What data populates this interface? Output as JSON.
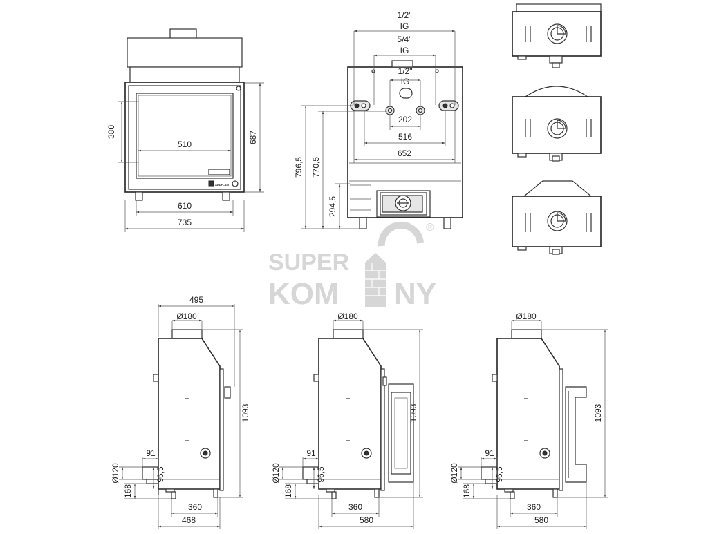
{
  "front_view": {
    "dim_380": "380",
    "dim_510": "510",
    "dim_687": "687",
    "dim_610": "610",
    "dim_735": "735",
    "logo_text": "ADDFLAM"
  },
  "rear_view": {
    "top1_a": "1/2\"",
    "top1_b": "IG",
    "top2_a": "5/4\"",
    "top2_b": "IG",
    "top3_a": "1/2\"",
    "top3_b": "IG",
    "dim_202": "202",
    "dim_516": "516",
    "dim_652": "652",
    "dim_796": "796,5",
    "dim_770": "770,5",
    "dim_294": "294,5"
  },
  "side_views": [
    {
      "dim_width": "495",
      "dim_flue": "Ø180",
      "dim_height": "1093",
      "dim_91": "91",
      "dim_120": "Ø120",
      "dim_96": "96,5",
      "dim_168": "168",
      "dim_360": "360",
      "dim_base": "468"
    },
    {
      "dim_flue": "Ø180",
      "dim_height": "1093",
      "dim_91": "91",
      "dim_120": "Ø120",
      "dim_96": "96,5",
      "dim_168": "168",
      "dim_360": "360",
      "dim_base": "580"
    },
    {
      "dim_flue": "Ø180",
      "dim_height": "1093",
      "dim_91": "91",
      "dim_120": "Ø120",
      "dim_96": "96,5",
      "dim_168": "168",
      "dim_360": "360",
      "dim_base": "580"
    }
  ],
  "watermark": {
    "line1": "SUPER",
    "line2a": "KOM",
    "line2b": "NY",
    "reg": "®"
  }
}
